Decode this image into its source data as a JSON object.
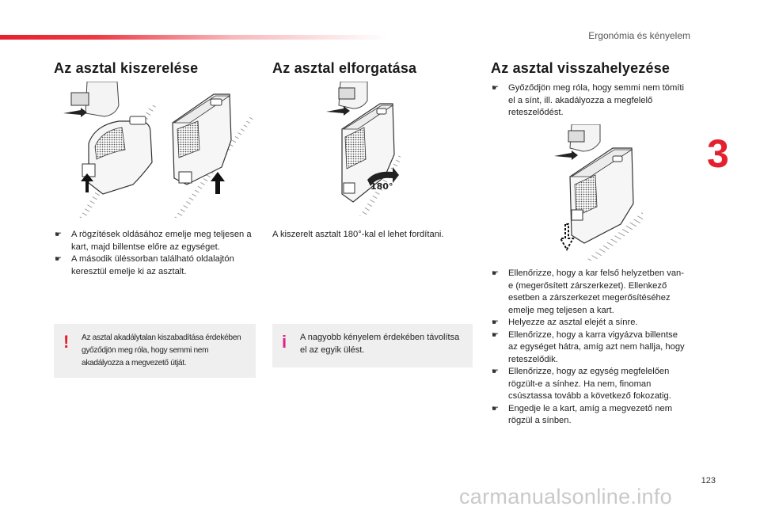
{
  "header": {
    "section_title": "Ergonómia és kényelem",
    "chapter_number": "3"
  },
  "columns": [
    {
      "title": "Az asztal kiszerelése",
      "bullets": [
        "A rögzítések oldásához emelje meg teljesen a kart, majd billentse előre az egységet.",
        "A második üléssorban található oldalajtón keresztül emelje ki az asztalt."
      ],
      "notice": {
        "icon": "!",
        "icon_name": "warning-icon",
        "text": "Az asztal akadálytalan kiszabadítása érdekében győződjön meg róla, hogy semmi nem akadályozza a megvezető útját."
      }
    },
    {
      "title": "Az asztal elforgatása",
      "paragraph": "A kiszerelt asztalt 180°-kal el lehet fordítani.",
      "rotation_label": "180°",
      "notice": {
        "icon": "i",
        "icon_name": "info-icon",
        "text": "A nagyobb kényelem érdekében távolítsa el az egyik ülést."
      }
    },
    {
      "title": "Az asztal visszahelyezése",
      "bullets_top": [
        "Győződjön meg róla, hogy semmi nem tömíti el a sínt, ill. akadályozza a megfelelő reteszelődést."
      ],
      "bullets_bottom": [
        "Ellenőrizze, hogy a kar felső helyzetben van-e (megerősített zárszerkezet). Ellenkező esetben a zárszerkezet megerősítéséhez emelje meg teljesen a kart.",
        "Helyezze az asztal elejét a sínre.",
        "Ellenőrizze, hogy a karra vigyázva billentse az egységet hátra, amíg azt nem hallja, hogy reteszelődik.",
        "Ellenőrizze, hogy az egység megfelelően rögzült-e a sínhez. Ha nem, finoman csúsztassa tovább a következő fokozatig.",
        "Engedje le a kart, amíg a megvezető nem rögzül a sínben."
      ]
    }
  ],
  "footer": {
    "page_number": "123",
    "watermark": "carmanualsonline.info"
  },
  "colors": {
    "accent_red": "#e5202e",
    "info_pink": "#e0218a",
    "notice_bg": "#efefef"
  }
}
